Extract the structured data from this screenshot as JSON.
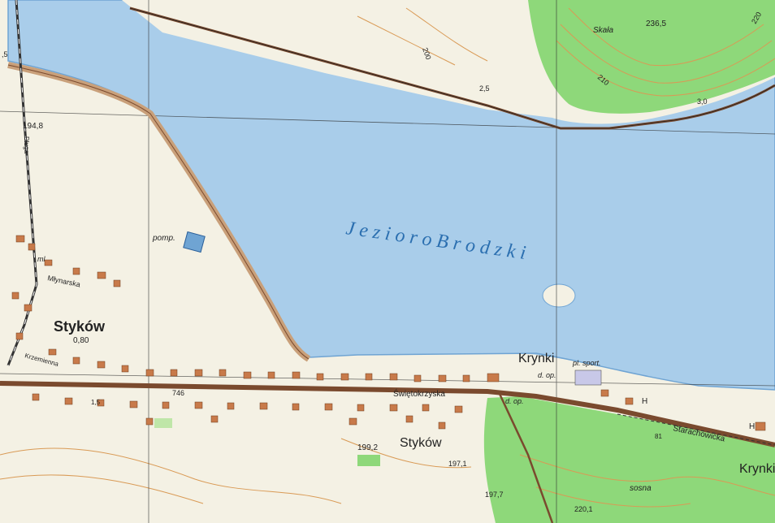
{
  "colors": {
    "water": "#a9cdea",
    "water_edge": "#6fa4d3",
    "forest": "#8ed87a",
    "land": "#f4f1e4",
    "road_main": "#7a4a2e",
    "building": "#c87a4a",
    "contour": "#d99a55",
    "grid": "#2a2a2a"
  },
  "labels": {
    "lake": "J e z i o r o   B r o d z k i",
    "village_main": "Styków",
    "village_south": "Styków",
    "krynki": "Krynki",
    "krynki_east": "Krynki",
    "pl_sport": "pl. sport.",
    "d_op": "d. op.",
    "d_op2": "d. op.",
    "pomp": "pomp.",
    "ml": "ml",
    "mlynarska": "Młynarska",
    "dluga": "Długa",
    "krzemienna": "Krzemienna",
    "road_number": "746",
    "swietokrzyska": "Świętokrzyska",
    "starachowicka": "Starachowicka",
    "skala": "Skała",
    "sosna": "sosna",
    "h1": "H",
    "h2": "H",
    "depth": "0,80"
  },
  "elevations": {
    "e1": "194,8",
    "e2": "236,5",
    "e3": "199,2",
    "e4": "197,1",
    "e5": "197,7",
    "e6": "220,1",
    "c200": "200",
    "c210": "210",
    "c220": "220",
    "d25": "2,5",
    "d30": "3,0",
    "d15": "1,5",
    "d81": "81",
    "d5": ",5"
  }
}
